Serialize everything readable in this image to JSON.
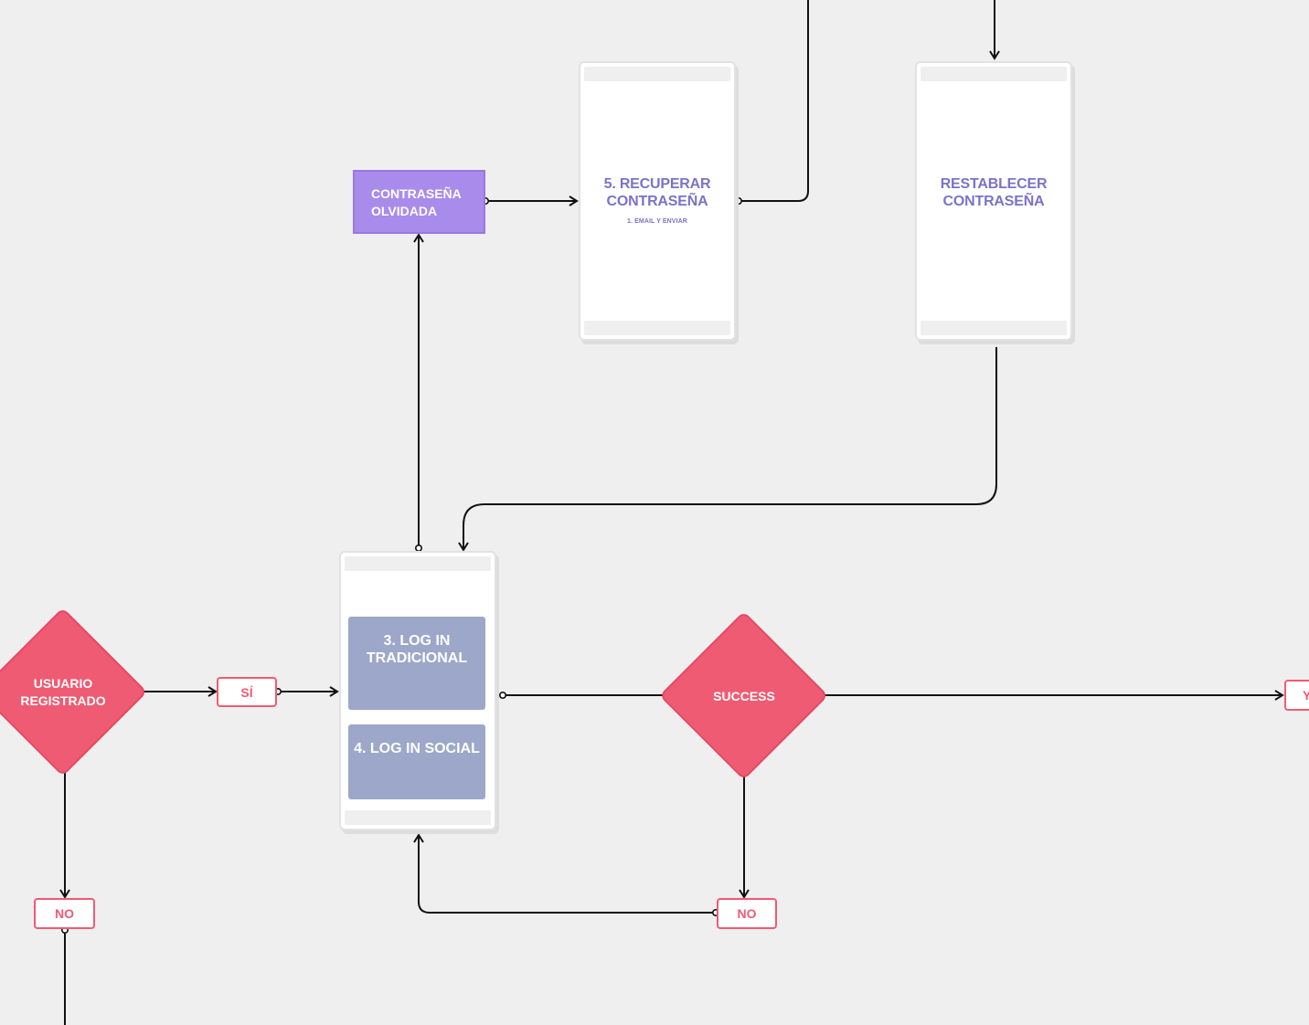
{
  "diagram": {
    "colors": {
      "background": "#efefef",
      "connector": "#111111",
      "screen_title": "#7b72c9",
      "forgot_box": "#a98bec",
      "option_block": "#9ca7c9",
      "decision": "#ef5b73"
    },
    "screens": {
      "recover": {
        "title": "5. RECUPERAR CONTRASEÑA",
        "subtitle": "1. EMAIL Y ENVIAR"
      },
      "reset": {
        "title": "RESTABLECER CONTRASEÑA"
      },
      "login": {
        "traditional": "3. LOG IN TRADICIONAL",
        "social": "4. LOG IN SOCIAL"
      }
    },
    "forgot_password": "CONTRASEÑA OLVIDADA",
    "decisions": {
      "registered": "USUARIO REGISTRADO",
      "success": "SUCCESS"
    },
    "tags": {
      "yes": "SÍ",
      "no_registered": "NO",
      "no_success": "NO",
      "yes_success": "Y"
    }
  }
}
